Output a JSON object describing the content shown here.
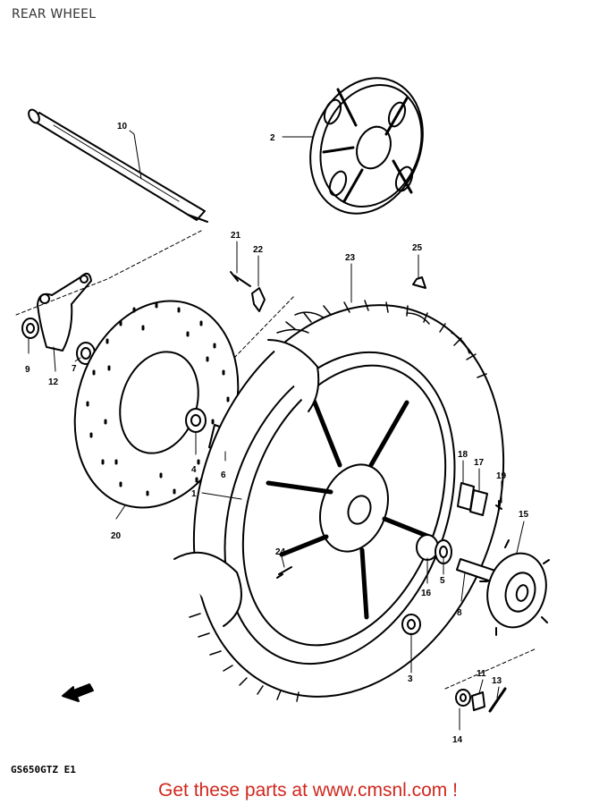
{
  "header": {
    "title": "REAR WHEEL"
  },
  "diagram": {
    "parts": [
      {
        "label": "1"
      },
      {
        "label": "2"
      },
      {
        "label": "3"
      },
      {
        "label": "4"
      },
      {
        "label": "5"
      },
      {
        "label": "6"
      },
      {
        "label": "7"
      },
      {
        "label": "8"
      },
      {
        "label": "9"
      },
      {
        "label": "10"
      },
      {
        "label": "11"
      },
      {
        "label": "12"
      },
      {
        "label": "13"
      },
      {
        "label": "14"
      },
      {
        "label": "15"
      },
      {
        "label": "16"
      },
      {
        "label": "17"
      },
      {
        "label": "18"
      },
      {
        "label": "19"
      },
      {
        "label": "20"
      },
      {
        "label": "21"
      },
      {
        "label": "22"
      },
      {
        "label": "23"
      },
      {
        "label": "24"
      },
      {
        "label": "25"
      }
    ],
    "model_code": "GS650GTZ E1"
  },
  "footer": {
    "cta": "Get these parts at www.cmsnl.com !"
  },
  "colors": {
    "line": "#000000",
    "cta": "#d0281e",
    "title": "#333333"
  }
}
